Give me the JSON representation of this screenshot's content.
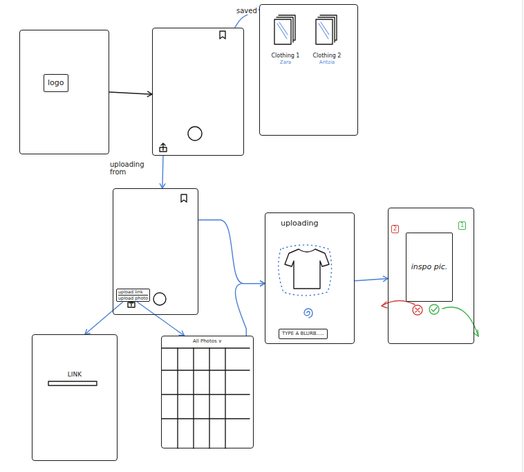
{
  "diagram": {
    "nodes": [
      {
        "text": []
      },
      {
        "text": [
          "logo"
        ],
        "in": 0
      },
      {
        "text": []
      },
      {
        "text": []
      },
      {
        "text": [
          "Clothing 1",
          "Zara"
        ],
        "in": 3
      },
      {
        "text": [
          "Clothing 2",
          "Aritzia"
        ],
        "in": 3
      },
      {
        "text": []
      },
      {
        "text": [
          "upload link",
          "upload photo"
        ],
        "in": 6
      },
      {
        "text": [
          "uploading"
        ]
      },
      {
        "text": [
          "TYPE A BLURB....."
        ],
        "in": 8
      },
      {
        "text": []
      },
      {
        "text": [
          "inspo pic."
        ],
        "in": 10
      },
      {
        "text": [
          "2"
        ],
        "in": 10
      },
      {
        "text": [
          "1"
        ],
        "in": 10
      },
      {
        "text": [
          "LINK"
        ]
      },
      {
        "text": [
          "All Photos ∨"
        ]
      }
    ],
    "edges": [
      {
        "from": 0,
        "to": 2,
        "arrow": "to"
      },
      {
        "from": 2,
        "to": 3,
        "label": "saved",
        "arrow": "to"
      },
      {
        "from": 2,
        "to": 6,
        "label": "uploading from",
        "arrow": "to"
      },
      {
        "from": 7,
        "to": 14,
        "arrow": "to"
      },
      {
        "from": 7,
        "to": 15,
        "arrow": "to"
      },
      {
        "from": 6,
        "to": 8,
        "arrow": "to"
      },
      {
        "from": 15,
        "to": 8,
        "arrow": "to"
      },
      {
        "from": 8,
        "to": 10,
        "arrow": "to"
      }
    ]
  }
}
